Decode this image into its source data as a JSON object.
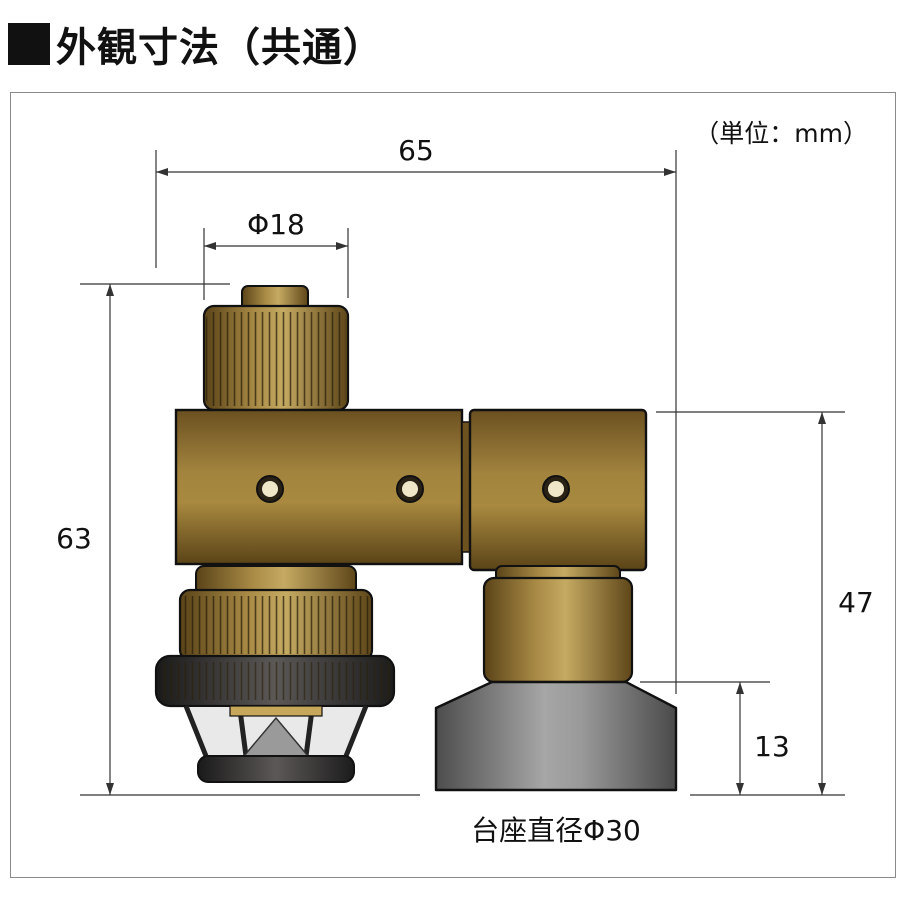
{
  "title": "外観寸法（共通）",
  "unit_note": "（単位：mm）",
  "dimensions": {
    "overall_width": "65",
    "knob_diameter": "Φ18",
    "overall_height": "63",
    "body_height": "47",
    "base_height": "13",
    "base_diameter": "台座直径Φ30"
  },
  "colors": {
    "brass": "#8a6a2c",
    "brass_light": "#c9a85a",
    "dark_knob": "#2b2a28",
    "steel": "#8e8e8e"
  }
}
